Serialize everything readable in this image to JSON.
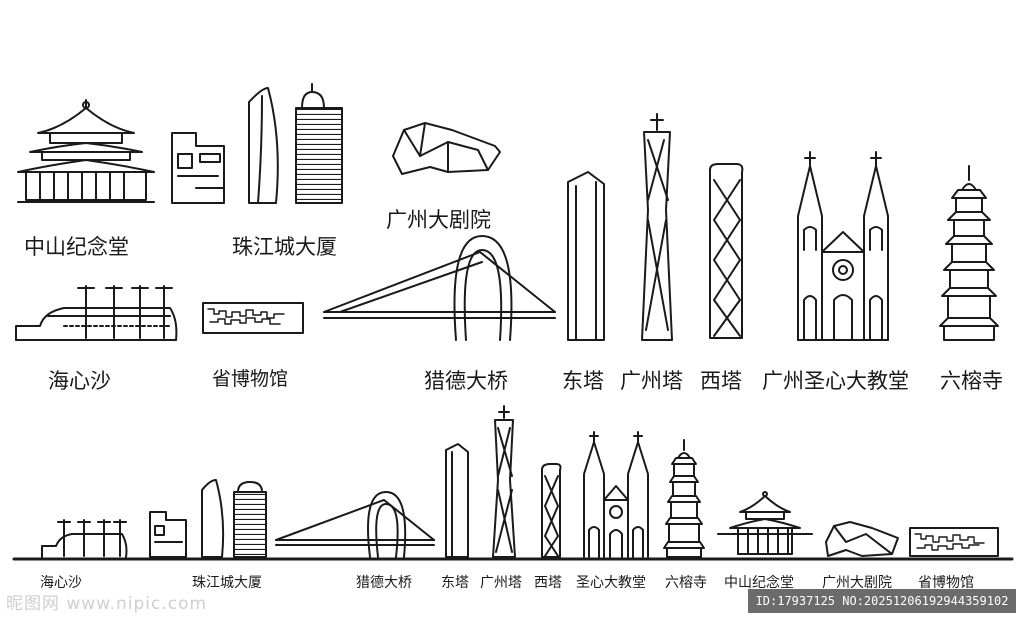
{
  "top_labels": {
    "zhongshan": "中山纪念堂",
    "zhujiang": "珠江城大厦",
    "opera": "广州大剧院",
    "haixinsha": "海心沙",
    "museum": "省博物馆",
    "liede": "猎德大桥",
    "east_tower": "东塔",
    "canton_tower": "广州塔",
    "west_tower": "西塔",
    "cathedral": "广州圣心大教堂",
    "liurong": "六榕寺"
  },
  "bottom_labels": {
    "haixinsha": "海心沙",
    "zhujiang": "珠江城大厦",
    "liede": "猎德大桥",
    "east_tower": "东塔",
    "canton_tower": "广州塔",
    "west_tower": "西塔",
    "cathedral": "圣心大教堂",
    "liurong": "六榕寺",
    "zhongshan": "中山纪念堂",
    "opera": "广州大剧院",
    "museum": "省博物馆"
  },
  "watermark": {
    "left": "昵图网 www.nipic.com",
    "right": "ID:17937125 NO:20251206192944359102"
  },
  "colors": {
    "line": "#1a1a1a",
    "background": "#ffffff",
    "watermark_bg": "#6b6b6b"
  }
}
